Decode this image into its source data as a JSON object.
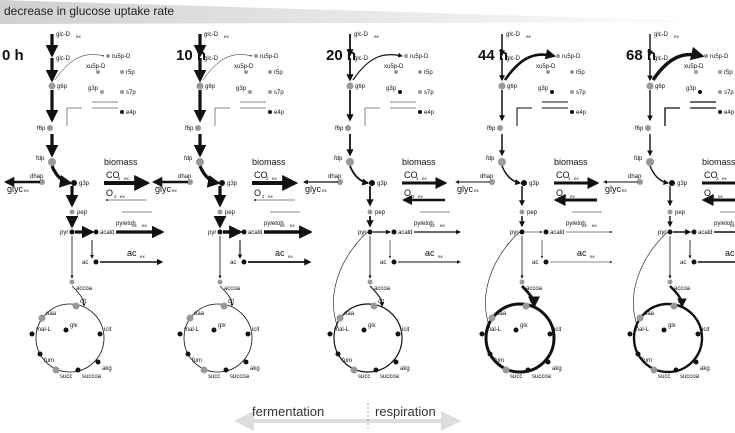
{
  "banner": {
    "text": "decrease in glucose uptake rate"
  },
  "panels": [
    {
      "time": "0 h"
    },
    {
      "time": "10 h"
    },
    {
      "time": "20 h"
    },
    {
      "time": "44 h"
    },
    {
      "time": "68 h"
    }
  ],
  "metabolites": {
    "glcD_ex": "glc-D",
    "ex": "ex",
    "glcD": "glc-D",
    "g6p": "g6p",
    "f6p": "f6p",
    "fdp": "fdp",
    "dhap": "dhap",
    "glyc": "glyc",
    "g3p": "g3p",
    "pep": "pep",
    "pyr": "pyr",
    "acald": "acald",
    "etoh": "etoh",
    "ac": "ac",
    "accoa": "accoa",
    "ru5pD": "ru5p-D",
    "xu5pD": "xu5p-D",
    "r5p": "r5p",
    "s7p": "s7p",
    "e4p": "e4p",
    "oaa": "oaa",
    "cit": "cit",
    "malL": "mal-L",
    "glx": "glx",
    "icit": "icit",
    "fum": "fum",
    "akg": "akg",
    "succ": "succ",
    "succoa": "succoa",
    "biomass": "biomass",
    "co2": "CO",
    "co2_sub": "2",
    "o2": "O",
    "o2_sub": "2",
    "pyr_ex": "pyr"
  },
  "bottom": {
    "left": "fermentation",
    "right": "respiration"
  },
  "colors": {
    "metabolite_dark": "#111111",
    "metabolite_grey": "#999999",
    "banner_start": "#d9d9d9",
    "banner_end": "#ffffff"
  }
}
